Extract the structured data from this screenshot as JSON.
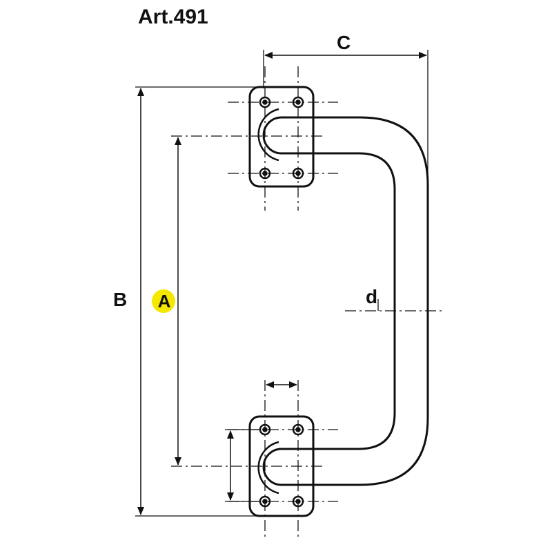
{
  "title": "Art.491",
  "labels": {
    "a": "A",
    "b": "B",
    "c": "C",
    "d": "d"
  },
  "colors": {
    "line": "#111111",
    "highlight": "#f5e800"
  }
}
